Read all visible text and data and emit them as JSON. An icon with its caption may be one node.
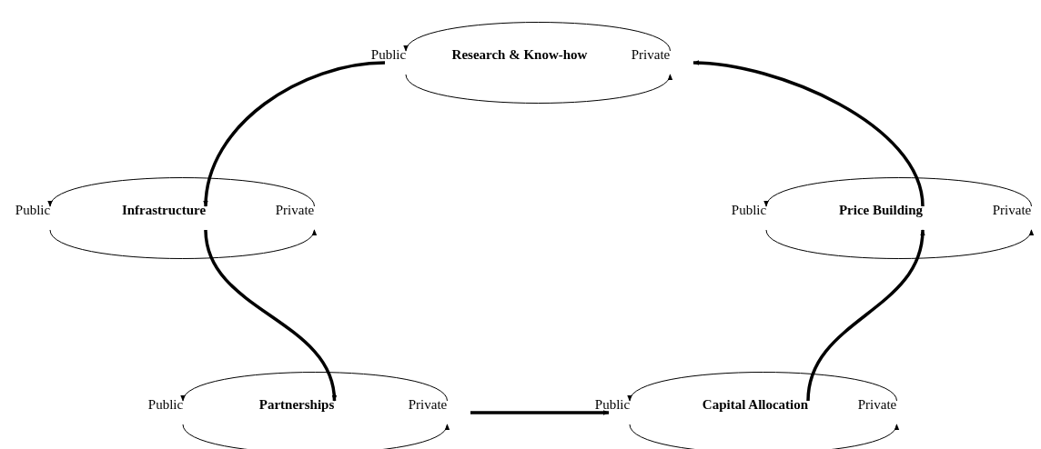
{
  "diagram": {
    "nodes": [
      {
        "text": [
          "Public"
        ]
      },
      {
        "text": [
          "Research & Know-how"
        ]
      },
      {
        "text": [
          "Private"
        ]
      },
      {
        "text": [
          "Public"
        ]
      },
      {
        "text": [
          "Infrastructure"
        ]
      },
      {
        "text": [
          "Private"
        ]
      },
      {
        "text": [
          "Public"
        ]
      },
      {
        "text": [
          "Partnerships"
        ]
      },
      {
        "text": [
          "Private"
        ]
      },
      {
        "text": [
          "Public"
        ]
      },
      {
        "text": [
          "Capital Allocation"
        ]
      },
      {
        "text": [
          "Private"
        ]
      },
      {
        "text": [
          "Public"
        ]
      },
      {
        "text": [
          "Price Building"
        ]
      },
      {
        "text": [
          "Private"
        ]
      }
    ],
    "edges": [
      {
        "from": 0,
        "to": 2,
        "arrow": "to"
      },
      {
        "from": 2,
        "to": 0,
        "arrow": "to"
      },
      {
        "from": 3,
        "to": 5,
        "arrow": "to"
      },
      {
        "from": 5,
        "to": 3,
        "arrow": "to"
      },
      {
        "from": 6,
        "to": 8,
        "arrow": "to"
      },
      {
        "from": 8,
        "to": 6,
        "arrow": "to"
      },
      {
        "from": 9,
        "to": 11,
        "arrow": "to"
      },
      {
        "from": 11,
        "to": 9,
        "arrow": "to"
      },
      {
        "from": 12,
        "to": 14,
        "arrow": "to"
      },
      {
        "from": 14,
        "to": 12,
        "arrow": "to"
      },
      {
        "from": 0,
        "to": 4,
        "arrow": "to",
        "style": "thick"
      },
      {
        "from": 4,
        "to": 7,
        "arrow": "to",
        "style": "thick"
      },
      {
        "from": 8,
        "to": 9,
        "arrow": "to",
        "style": "thick"
      },
      {
        "from": 10,
        "to": 13,
        "arrow": "to",
        "style": "thick"
      },
      {
        "from": 13,
        "to": 2,
        "arrow": "to",
        "style": "thick"
      }
    ]
  }
}
